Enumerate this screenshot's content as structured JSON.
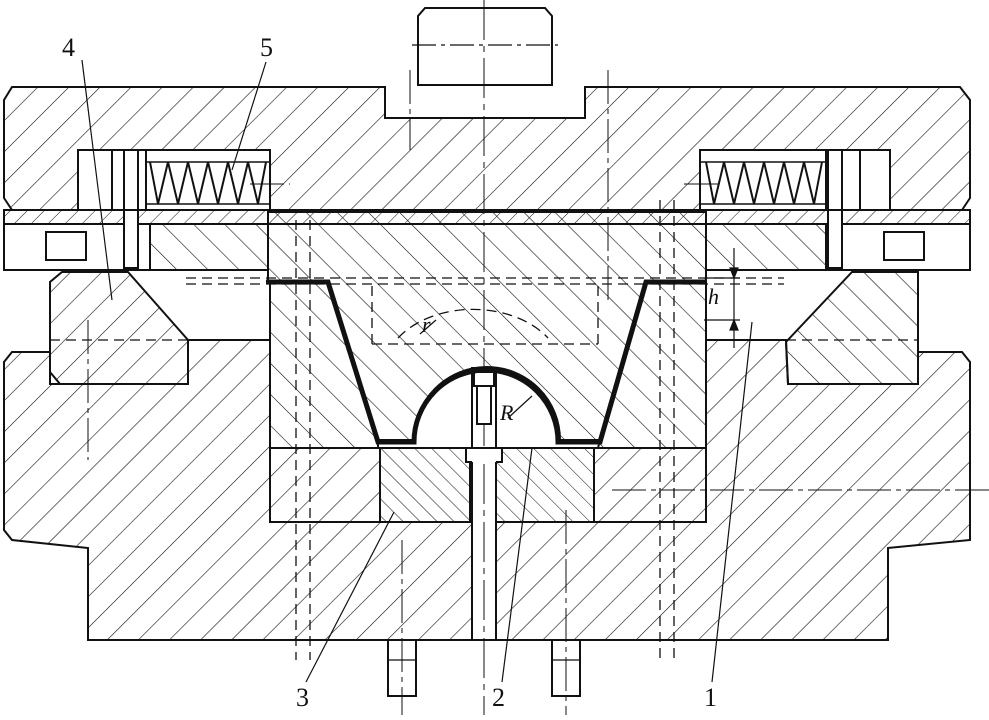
{
  "figure": {
    "type": "sectional-die-drawing",
    "callouts": [
      "1",
      "2",
      "3",
      "4",
      "5"
    ],
    "dimensions": {
      "stroke_height": "h",
      "dome_radius": "R",
      "inner_radius": "r"
    },
    "colors": {
      "line": "#111111",
      "background": "#ffffff"
    }
  }
}
